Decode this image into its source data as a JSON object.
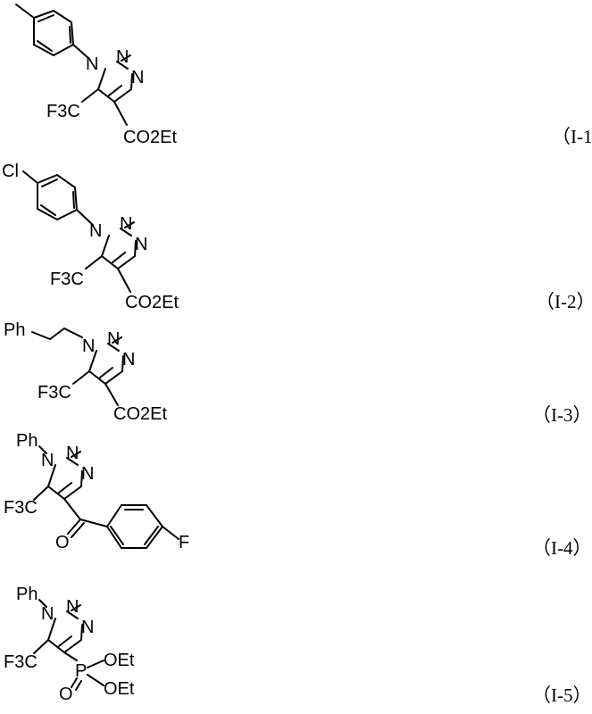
{
  "structures": [
    {
      "label": "（I-1）",
      "ring_atoms": [
        "N",
        "N",
        "N"
      ],
      "substituents": {
        "aryl_para": "",
        "cf3": "F3C",
        "ester": "CO2Et"
      }
    },
    {
      "label": "（I-2）",
      "ring_atoms": [
        "N",
        "N",
        "N"
      ],
      "substituents": {
        "aryl_para": "Cl",
        "cf3": "F3C",
        "ester": "CO2Et"
      }
    },
    {
      "label": "（I-3）",
      "ring_atoms": [
        "N",
        "N",
        "N"
      ],
      "substituents": {
        "n_group": "Ph",
        "cf3": "F3C",
        "ester": "CO2Et"
      }
    },
    {
      "label": "（I-4）",
      "ring_atoms": [
        "N",
        "N",
        "N"
      ],
      "substituents": {
        "n_group": "Ph",
        "cf3": "F3C",
        "carbonyl_o": "O",
        "aryl_para": "F"
      }
    },
    {
      "label": "（I-5）",
      "ring_atoms": [
        "N",
        "N",
        "N"
      ],
      "substituents": {
        "n_group": "Ph",
        "cf3": "F3C",
        "phosphorus": "P",
        "p_oxo": "O",
        "oet1": "OEt",
        "oet2": "OEt"
      }
    }
  ]
}
